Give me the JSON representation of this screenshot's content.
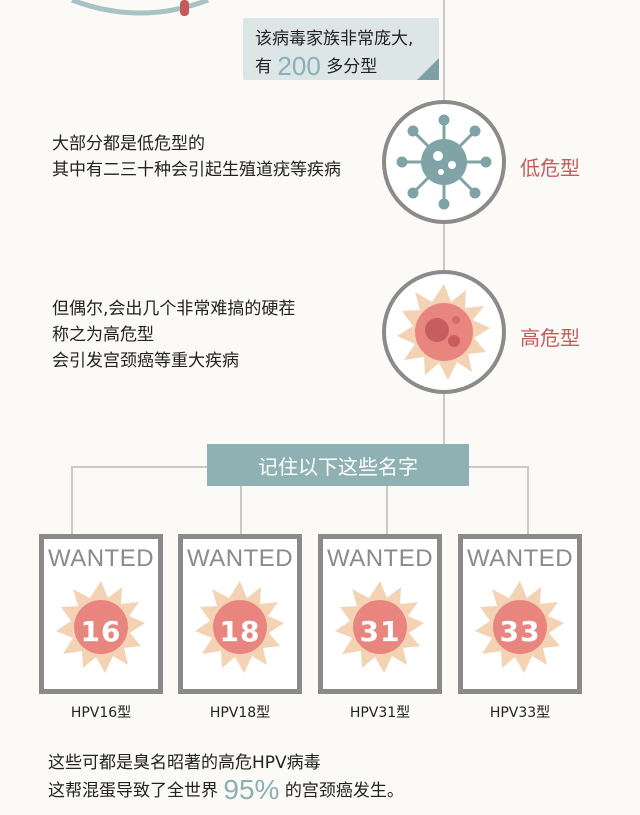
{
  "top_badge": {
    "line1": "该病毒家族非常庞大,",
    "line2_prefix": "有",
    "line2_number": "200",
    "line2_suffix": "多分型"
  },
  "low_risk": {
    "line1": "大部分都是低危型的",
    "line2": "其中有二三十种会引起生殖道疣等疾病",
    "label": "低危型"
  },
  "high_risk": {
    "line1": "但偶尔,会出几个非常难搞的硬茬",
    "line2": "称之为高危型",
    "line3": "会引发宫颈癌等重大疾病",
    "label": "高危型"
  },
  "banner": "记住以下这些名字",
  "wanted_cards": [
    {
      "title": "WANTED",
      "number": "16",
      "caption": "HPV16型"
    },
    {
      "title": "WANTED",
      "number": "18",
      "caption": "HPV18型"
    },
    {
      "title": "WANTED",
      "number": "31",
      "caption": "HPV31型"
    },
    {
      "title": "WANTED",
      "number": "33",
      "caption": "HPV33型"
    }
  ],
  "bottom": {
    "line1": "这些可都是臭名昭著的高危HPV病毒",
    "line2_prefix": "这帮混蛋导致了全世界",
    "line2_percent": "95%",
    "line2_suffix": "的宫颈癌发生。"
  },
  "colors": {
    "teal": "#8fb1b4",
    "red_label": "#c55b5b",
    "virus_pink": "#e9857f",
    "spike_yellow": "#f3d3b3",
    "frame_gray": "#8a8a8a"
  }
}
